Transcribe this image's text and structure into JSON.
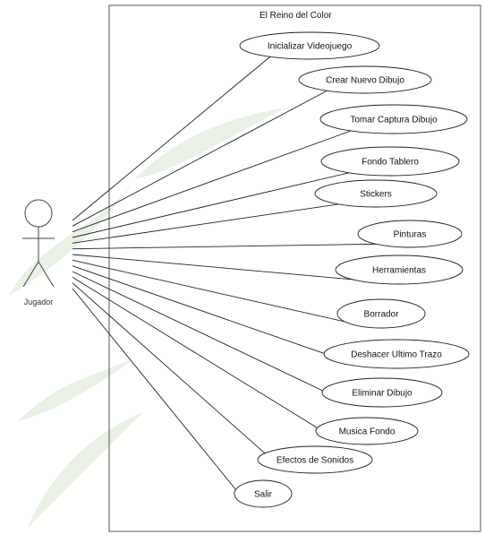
{
  "system": {
    "title": "El Reino del Color"
  },
  "actor": {
    "label": "Jugador"
  },
  "use_cases": [
    {
      "label": "Inicializar Videojuego"
    },
    {
      "label": "Crear Nuevo Dibujo"
    },
    {
      "label": "Tomar Captura Dibujo"
    },
    {
      "label": "Fondo Tablero"
    },
    {
      "label": "Stickers"
    },
    {
      "label": "Pinturas"
    },
    {
      "label": "Herramientas"
    },
    {
      "label": "Borrador"
    },
    {
      "label": "Deshacer Ultimo Trazo"
    },
    {
      "label": "Eliminar Dibujo"
    },
    {
      "label": "Musica Fondo"
    },
    {
      "label": "Efectos de Sonidos"
    },
    {
      "label": "Salir"
    }
  ],
  "colors": {
    "line": "#222222",
    "border": "#555555",
    "background": "#ffffff",
    "watermark": "#e9f1e4"
  }
}
